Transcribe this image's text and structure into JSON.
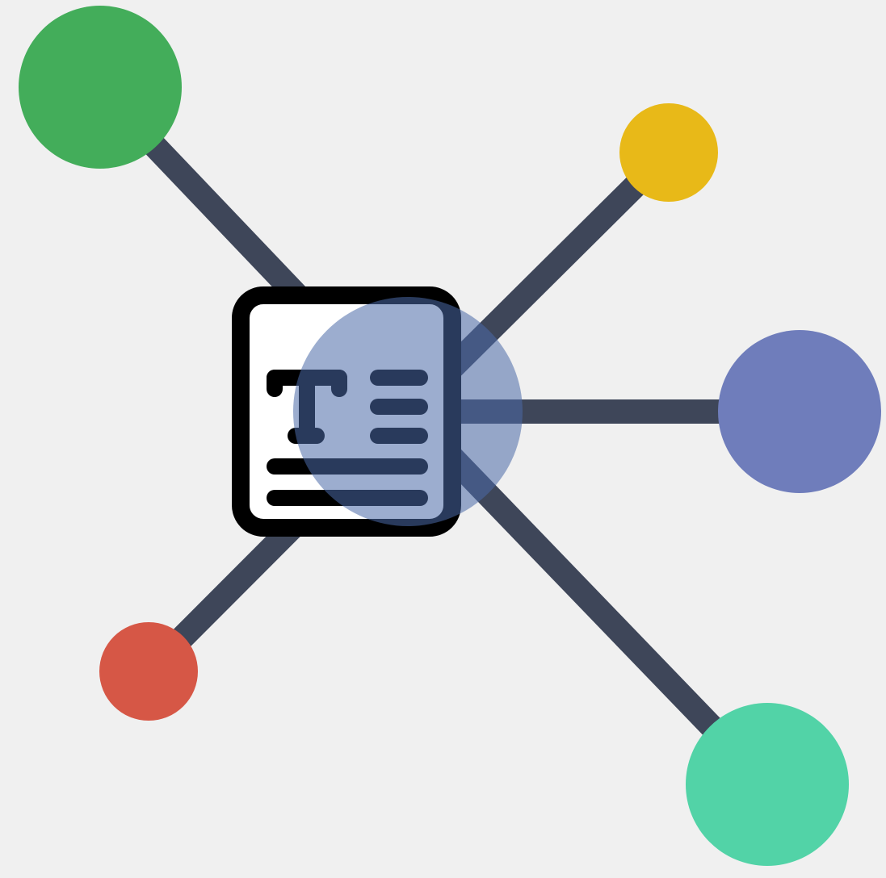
{
  "colors": {
    "background": "#f0f0f0",
    "edge": "#3e4659",
    "hub": "#4a6aa8",
    "node_green": "#43ad5a",
    "node_yellow": "#e8b918",
    "node_purple": "#6f7dbb",
    "node_red": "#d65746",
    "node_teal": "#52d3a7",
    "icon_stroke": "#000000",
    "icon_fill": "#ffffff"
  },
  "diagram": {
    "hub": {
      "name": "hub-node",
      "color_key": "hub"
    },
    "nodes": [
      {
        "name": "node-green",
        "color_key": "node_green"
      },
      {
        "name": "node-yellow",
        "color_key": "node_yellow"
      },
      {
        "name": "node-purple",
        "color_key": "node_purple"
      },
      {
        "name": "node-red",
        "color_key": "node_red"
      },
      {
        "name": "node-teal",
        "color_key": "node_teal"
      }
    ],
    "icon": "text-document-icon"
  }
}
